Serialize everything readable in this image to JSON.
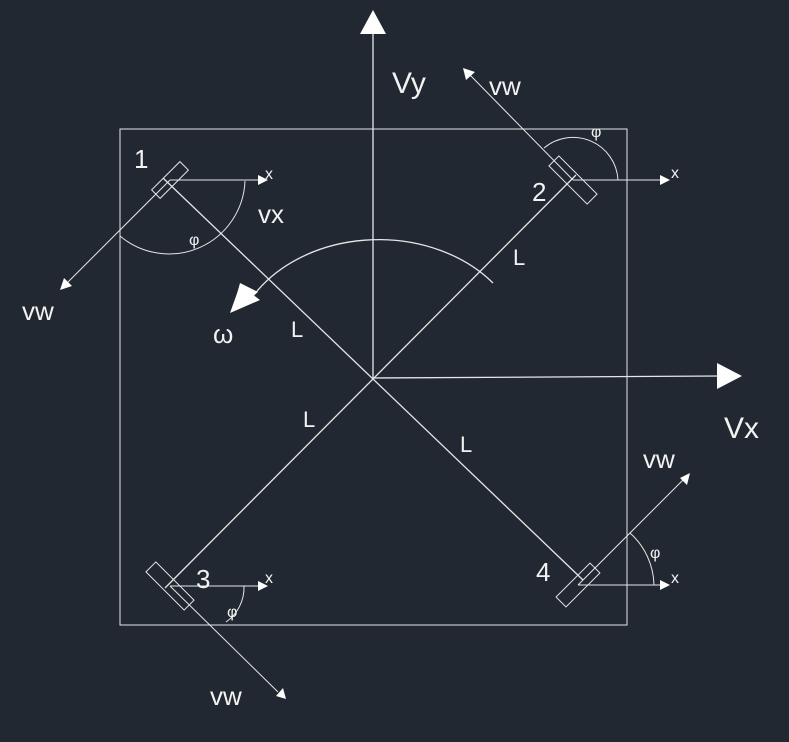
{
  "diagram": {
    "axes": {
      "vy": "Vy",
      "vx": "Vx"
    },
    "omega": "ω",
    "vx_label": "vx",
    "arm_label": "L",
    "phi_symbol": "φ",
    "x_axis_label": "x",
    "wheel_velocity_label": "vw",
    "wheels": [
      {
        "id": "1"
      },
      {
        "id": "2"
      },
      {
        "id": "3"
      },
      {
        "id": "4"
      }
    ]
  },
  "colors": {
    "background": "#222831",
    "line": "#e6e6e6",
    "text": "#f2f2f2"
  }
}
